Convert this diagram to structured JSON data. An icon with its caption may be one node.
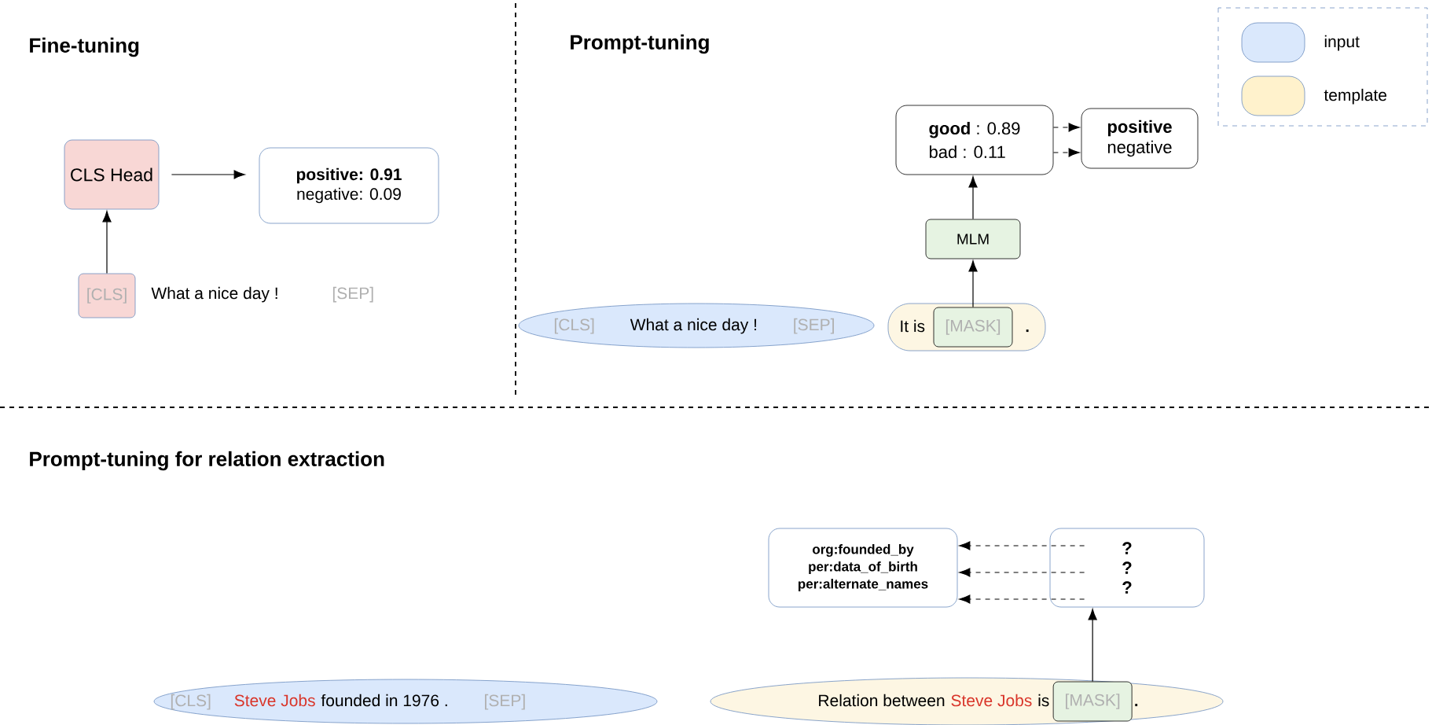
{
  "diagram": {
    "nodes": [
      {
        "text": [
          "CLS Head"
        ]
      },
      {
        "text": [
          "positive:  0.91",
          "negative: 0.09"
        ]
      },
      {
        "text": [
          "[CLS]"
        ]
      },
      {
        "text": [
          "[CLS]",
          "What a nice day !",
          "[SEP]"
        ]
      },
      {
        "text": [
          "It is",
          "."
        ]
      },
      {
        "text": [
          "[MASK]"
        ],
        "in": 4
      },
      {
        "text": [
          "MLM"
        ]
      },
      {
        "text": [
          "**good** : 0.89",
          "bad  :  0.11"
        ]
      },
      {
        "text": [
          "positive",
          "negative"
        ]
      },
      {
        "text": [
          "[CLS]",
          "Steve Jobs",
          "founded in 1976 .",
          "[SEP]"
        ]
      },
      {
        "text": [
          "Relation between",
          "Steve Jobs",
          "is",
          "."
        ]
      },
      {
        "text": [
          "[MASK]"
        ],
        "in": 10
      },
      {
        "text": [
          "org:founded_by",
          "per:data_of_birth",
          "per:alternate_names"
        ]
      },
      {
        "text": [
          "?",
          "?",
          "?"
        ]
      }
    ],
    "edges": [
      {
        "from": 2,
        "to": 0,
        "arrow": "to"
      },
      {
        "from": 0,
        "to": 1,
        "arrow": "to"
      },
      {
        "from": 5,
        "to": 6,
        "arrow": "to"
      },
      {
        "from": 6,
        "to": 7,
        "arrow": "to"
      },
      {
        "from": 7,
        "to": 8,
        "arrow": "to",
        "style": "dashed"
      },
      {
        "from": 7,
        "to": 8,
        "arrow": "to",
        "style": "dashed"
      },
      {
        "from": 11,
        "to": 13,
        "arrow": "to"
      },
      {
        "from": 13,
        "to": 12,
        "arrow": "to",
        "style": "dashed"
      },
      {
        "from": 13,
        "to": 12,
        "arrow": "to",
        "style": "dashed"
      },
      {
        "from": 13,
        "to": 12,
        "arrow": "to",
        "style": "dashed"
      }
    ],
    "labels": [
      "Fine-tuning",
      "What a nice day !",
      "[SEP]",
      "Prompt-tuning",
      "Prompt-tuning for relation extraction"
    ],
    "legend": [
      {
        "text": "input",
        "color": "#dae8fc"
      },
      {
        "text": "template",
        "color": "#fff2cc"
      }
    ]
  }
}
